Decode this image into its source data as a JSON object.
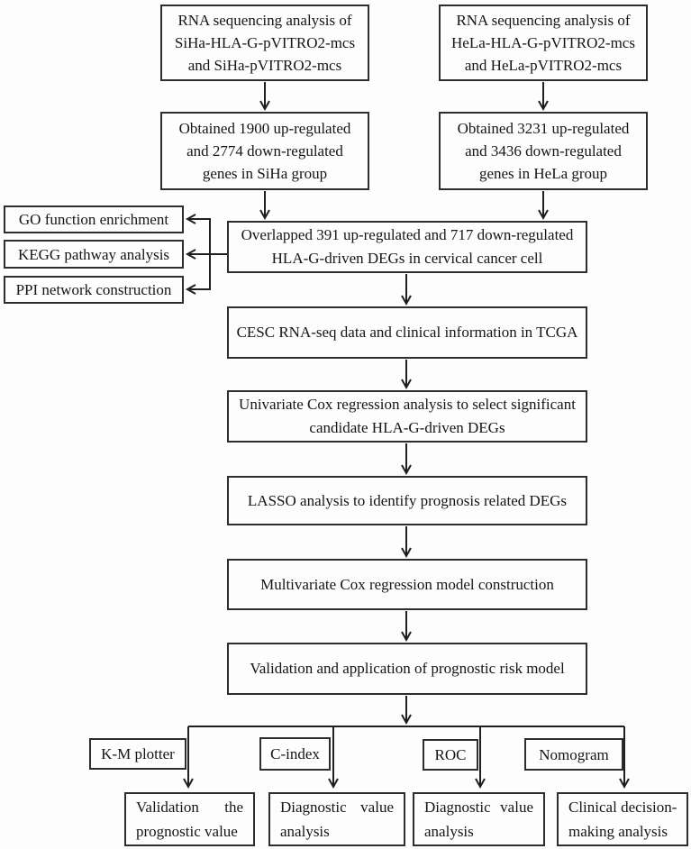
{
  "figure": {
    "background": "#fdfdfd",
    "line_color": "#1f1f1f"
  },
  "boxes": {
    "siha_rnaseq": {
      "lines": [
        "RNA sequencing analysis of",
        "SiHa-HLA-G-pVITRO2-mcs",
        "and SiHa-pVITRO2-mcs"
      ]
    },
    "hela_rnaseq": {
      "lines": [
        "RNA sequencing analysis of",
        "HeLa-HLA-G-pVITRO2-mcs",
        "and HeLa-pVITRO2-mcs"
      ]
    },
    "siha_degs": {
      "lines": [
        "Obtained 1900 up-regulated",
        "and 2774 down-regulated",
        "genes in SiHa group"
      ]
    },
    "hela_degs": {
      "lines": [
        "Obtained 3231 up-regulated",
        "and 3436 down-regulated",
        "genes in HeLa group"
      ]
    },
    "go": {
      "label": "GO function enrichment"
    },
    "kegg": {
      "label": "KEGG pathway analysis"
    },
    "ppi": {
      "label": "PPI network construction"
    },
    "overlapped": {
      "lines": [
        "Overlapped 391 up-regulated and 717 down-regulated",
        "HLA-G-driven DEGs in cervical cancer cell"
      ]
    },
    "cesc": {
      "label": "CESC RNA-seq data and clinical information in TCGA"
    },
    "univariate": {
      "lines": [
        "Univariate Cox regression analysis to select significant",
        "candidate HLA-G-driven DEGs"
      ]
    },
    "lasso": {
      "label": "LASSO analysis to identify prognosis related DEGs"
    },
    "multivariate": {
      "label": "Multivariate Cox regression model construction"
    },
    "validation_model": {
      "label": "Validation and application of prognostic risk model"
    },
    "km_plotter": {
      "label": "K-M plotter"
    },
    "c_index": {
      "label": "C-index"
    },
    "roc": {
      "label": "ROC"
    },
    "nomogram": {
      "label": "Nomogram"
    },
    "validate_prognostic": {
      "lines": [
        "Validation the",
        "prognostic value"
      ]
    },
    "diagnostic_1": {
      "lines": [
        "Diagnostic value",
        "analysis"
      ]
    },
    "diagnostic_2": {
      "lines": [
        "Diagnostic value",
        "analysis"
      ]
    },
    "clinical_decision": {
      "lines": [
        "Clinical decision-",
        "making analysis"
      ]
    }
  }
}
